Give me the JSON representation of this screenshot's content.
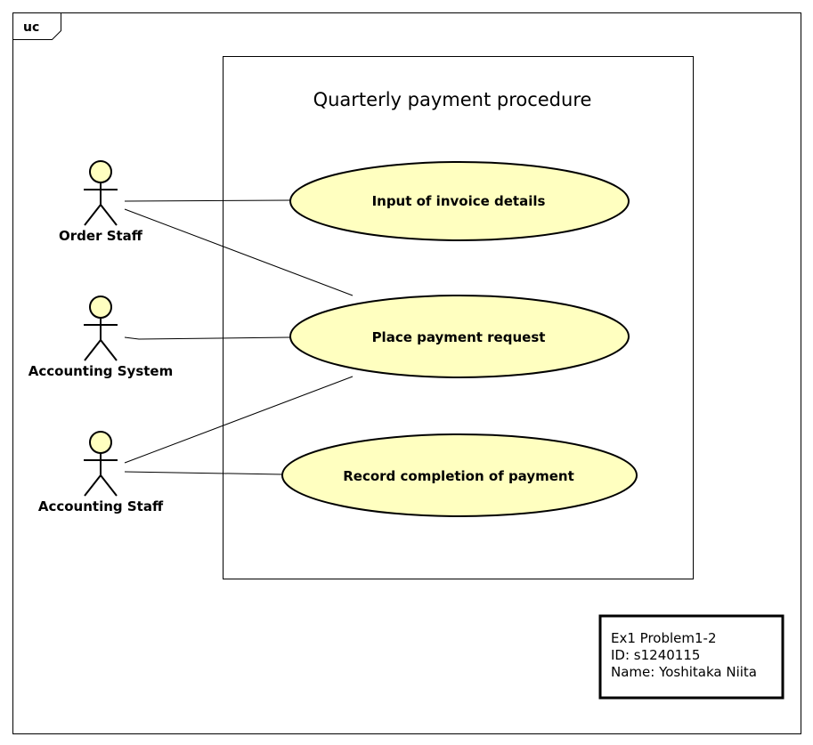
{
  "frame": {
    "tab_label": "uc"
  },
  "system_boundary": {
    "title": "Quarterly payment procedure"
  },
  "actors": [
    {
      "id": "order-staff",
      "label": "Order Staff"
    },
    {
      "id": "accounting-system",
      "label": "Accounting System"
    },
    {
      "id": "accounting-staff",
      "label": "Accounting Staff"
    }
  ],
  "use_cases": [
    {
      "id": "input-invoice",
      "label": "Input of invoice details"
    },
    {
      "id": "place-payment",
      "label": "Place payment request"
    },
    {
      "id": "record-completion",
      "label": "Record completion of payment"
    }
  ],
  "associations": [
    {
      "actor": "order-staff",
      "use_case": "input-invoice"
    },
    {
      "actor": "order-staff",
      "use_case": "place-payment"
    },
    {
      "actor": "accounting-system",
      "use_case": "place-payment"
    },
    {
      "actor": "accounting-staff",
      "use_case": "place-payment"
    },
    {
      "actor": "accounting-staff",
      "use_case": "record-completion"
    }
  ],
  "note": {
    "lines": [
      "Ex1 Problem1-2",
      "ID: s1240115",
      "Name: Yoshitaka Niita"
    ]
  },
  "colors": {
    "actor_fill": "#ffffc0",
    "use_case_fill": "#ffffc0",
    "stroke": "#000000",
    "background": "#ffffff"
  }
}
